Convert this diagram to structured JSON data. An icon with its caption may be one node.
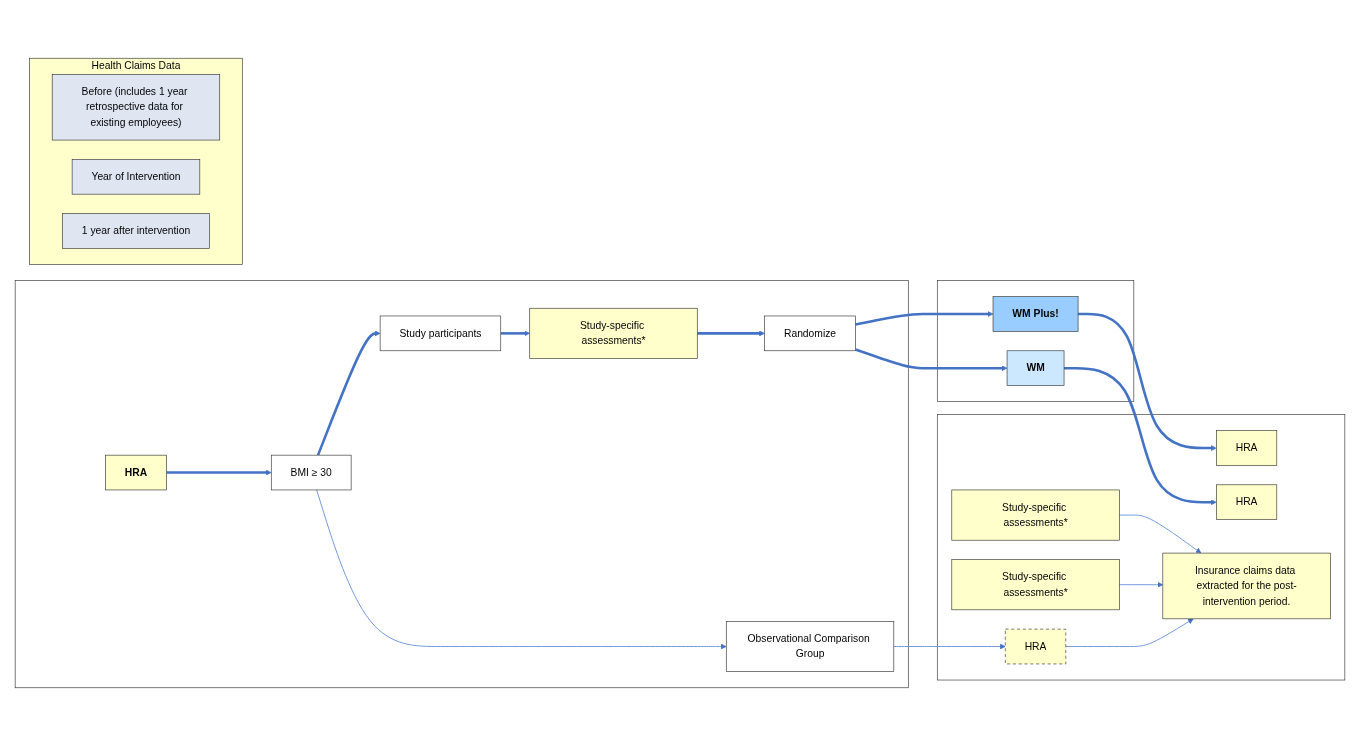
{
  "diagram": {
    "nodes": [
      {
        "text": [],
        "shape": "box"
      },
      {
        "text": [
          "HRA"
        ],
        "in": 0
      },
      {
        "text": [
          "BMI ≥ 30"
        ],
        "in": 0
      },
      {
        "text": [
          "Study participants"
        ],
        "in": 0
      },
      {
        "text": [
          "Study-specific assessments*"
        ],
        "in": 0
      },
      {
        "text": [
          "Randomize"
        ],
        "in": 0
      },
      {
        "text": [
          "Observational Comparison Group"
        ],
        "in": 0
      },
      {
        "text": [],
        "shape": "box"
      },
      {
        "text": [
          "WM Plus!"
        ],
        "in": 7
      },
      {
        "text": [
          "WM"
        ],
        "in": 7
      },
      {
        "text": [],
        "shape": "box"
      },
      {
        "text": [
          "HRA"
        ],
        "in": 10
      },
      {
        "text": [
          "Study-specific assessments*"
        ],
        "in": 10
      },
      {
        "text": [
          "HRA"
        ],
        "in": 10
      },
      {
        "text": [
          "Study-specific assessments*"
        ],
        "in": 10
      },
      {
        "text": [
          "HRA"
        ],
        "in": 10
      },
      {
        "text": [
          "Insurance claims data extracted for the post-intervention period."
        ],
        "in": 10
      },
      {
        "text": [
          "Health Claims Data"
        ]
      },
      {
        "text": [
          "Before (includes 1 year retrospective data for existing employees)"
        ],
        "in": 17
      },
      {
        "text": [
          "Year of Intervention"
        ],
        "in": 17
      },
      {
        "text": [
          "1 year after intervention"
        ],
        "in": 17
      }
    ],
    "edges": [
      {
        "from": 1,
        "to": 2,
        "arrow": "to"
      },
      {
        "from": 2,
        "to": 3,
        "arrow": "to"
      },
      {
        "from": 2,
        "to": 6,
        "arrow": "to",
        "color": "#6f97dc"
      },
      {
        "from": 3,
        "to": 4,
        "arrow": "to"
      },
      {
        "from": 4,
        "to": 5,
        "arrow": "to"
      },
      {
        "from": 5,
        "to": 8,
        "arrow": "to"
      },
      {
        "from": 5,
        "to": 9,
        "arrow": "to"
      },
      {
        "from": 8,
        "to": 11,
        "arrow": "to"
      },
      {
        "from": 9,
        "to": 13,
        "arrow": "to"
      },
      {
        "from": 6,
        "to": 15,
        "arrow": "to",
        "color": "#6f97dc"
      },
      {
        "from": 12,
        "to": 16,
        "arrow": "to",
        "color": "#6f97dc"
      },
      {
        "from": 14,
        "to": 16,
        "arrow": "to",
        "color": "#6f97dc"
      },
      {
        "from": 15,
        "to": 16,
        "arrow": "to",
        "color": "#6f97dc"
      }
    ]
  }
}
